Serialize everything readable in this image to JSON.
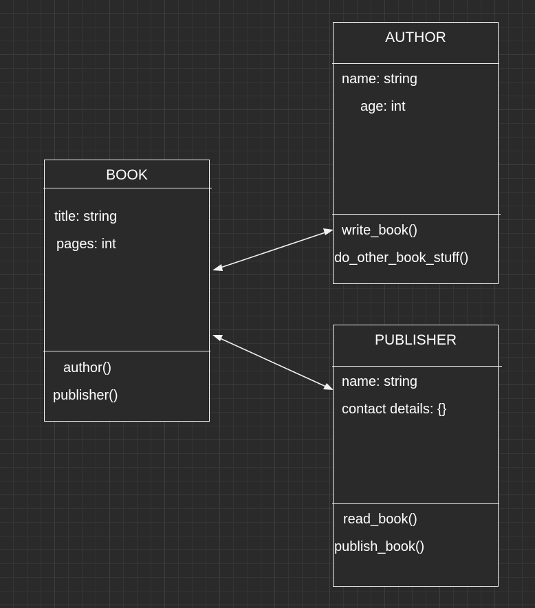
{
  "book": {
    "name": "BOOK",
    "attributes": [
      "title: string",
      "pages: int"
    ],
    "methods": [
      "author()",
      "publisher()"
    ]
  },
  "author": {
    "name": "AUTHOR",
    "attributes": [
      "name: string",
      "age: int"
    ],
    "methods": [
      "write_book()",
      "do_other_book_stuff()"
    ]
  },
  "publisher": {
    "name": "PUBLISHER",
    "attributes": [
      "name: string",
      "contact details: {}"
    ],
    "methods": [
      "read_book()",
      "publish_book()"
    ]
  },
  "colors": {
    "background": "#2a2a2a",
    "grid": "#3d3d3d",
    "stroke": "#f2f2f2",
    "text": "#ffffff"
  }
}
